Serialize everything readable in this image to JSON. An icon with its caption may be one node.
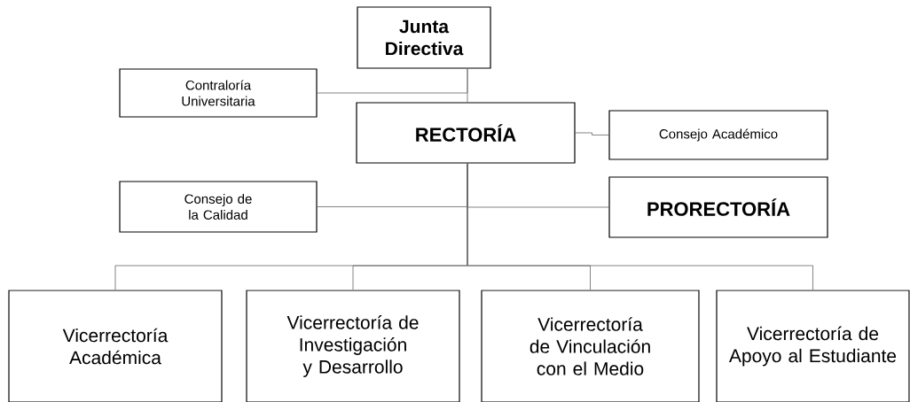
{
  "diagram": {
    "nodes": [
      {
        "text": [
          "Junta Directiva"
        ]
      },
      {
        "text": [
          "Contraloría Universitaria"
        ]
      },
      {
        "text": [
          "RECTORÍA"
        ]
      },
      {
        "text": [
          "Consejo Académico"
        ]
      },
      {
        "text": [
          "Consejo de la Calidad"
        ]
      },
      {
        "text": [
          "PRORECTORÍA"
        ]
      },
      {
        "text": [
          "Vicerrectoría Académica"
        ]
      },
      {
        "text": [
          "Vicerrectoría de Investigación y Desarrollo"
        ]
      },
      {
        "text": [
          "Vicerrectoría de Vinculación con el Medio"
        ]
      },
      {
        "text": [
          "Vicerrectoría de Apoyo al Estudiante"
        ]
      }
    ],
    "edges": [
      {
        "from": 0,
        "to": 2,
        "arrow": "none"
      },
      {
        "from": 0,
        "to": 1,
        "arrow": "none"
      },
      {
        "from": 2,
        "to": 3,
        "arrow": "none"
      },
      {
        "from": 2,
        "to": 4,
        "arrow": "none"
      },
      {
        "from": 2,
        "to": 5,
        "arrow": "none"
      },
      {
        "from": 2,
        "to": 6,
        "arrow": "none"
      },
      {
        "from": 2,
        "to": 7,
        "arrow": "none"
      },
      {
        "from": 2,
        "to": 8,
        "arrow": "none"
      },
      {
        "from": 2,
        "to": 9,
        "arrow": "none"
      }
    ]
  }
}
